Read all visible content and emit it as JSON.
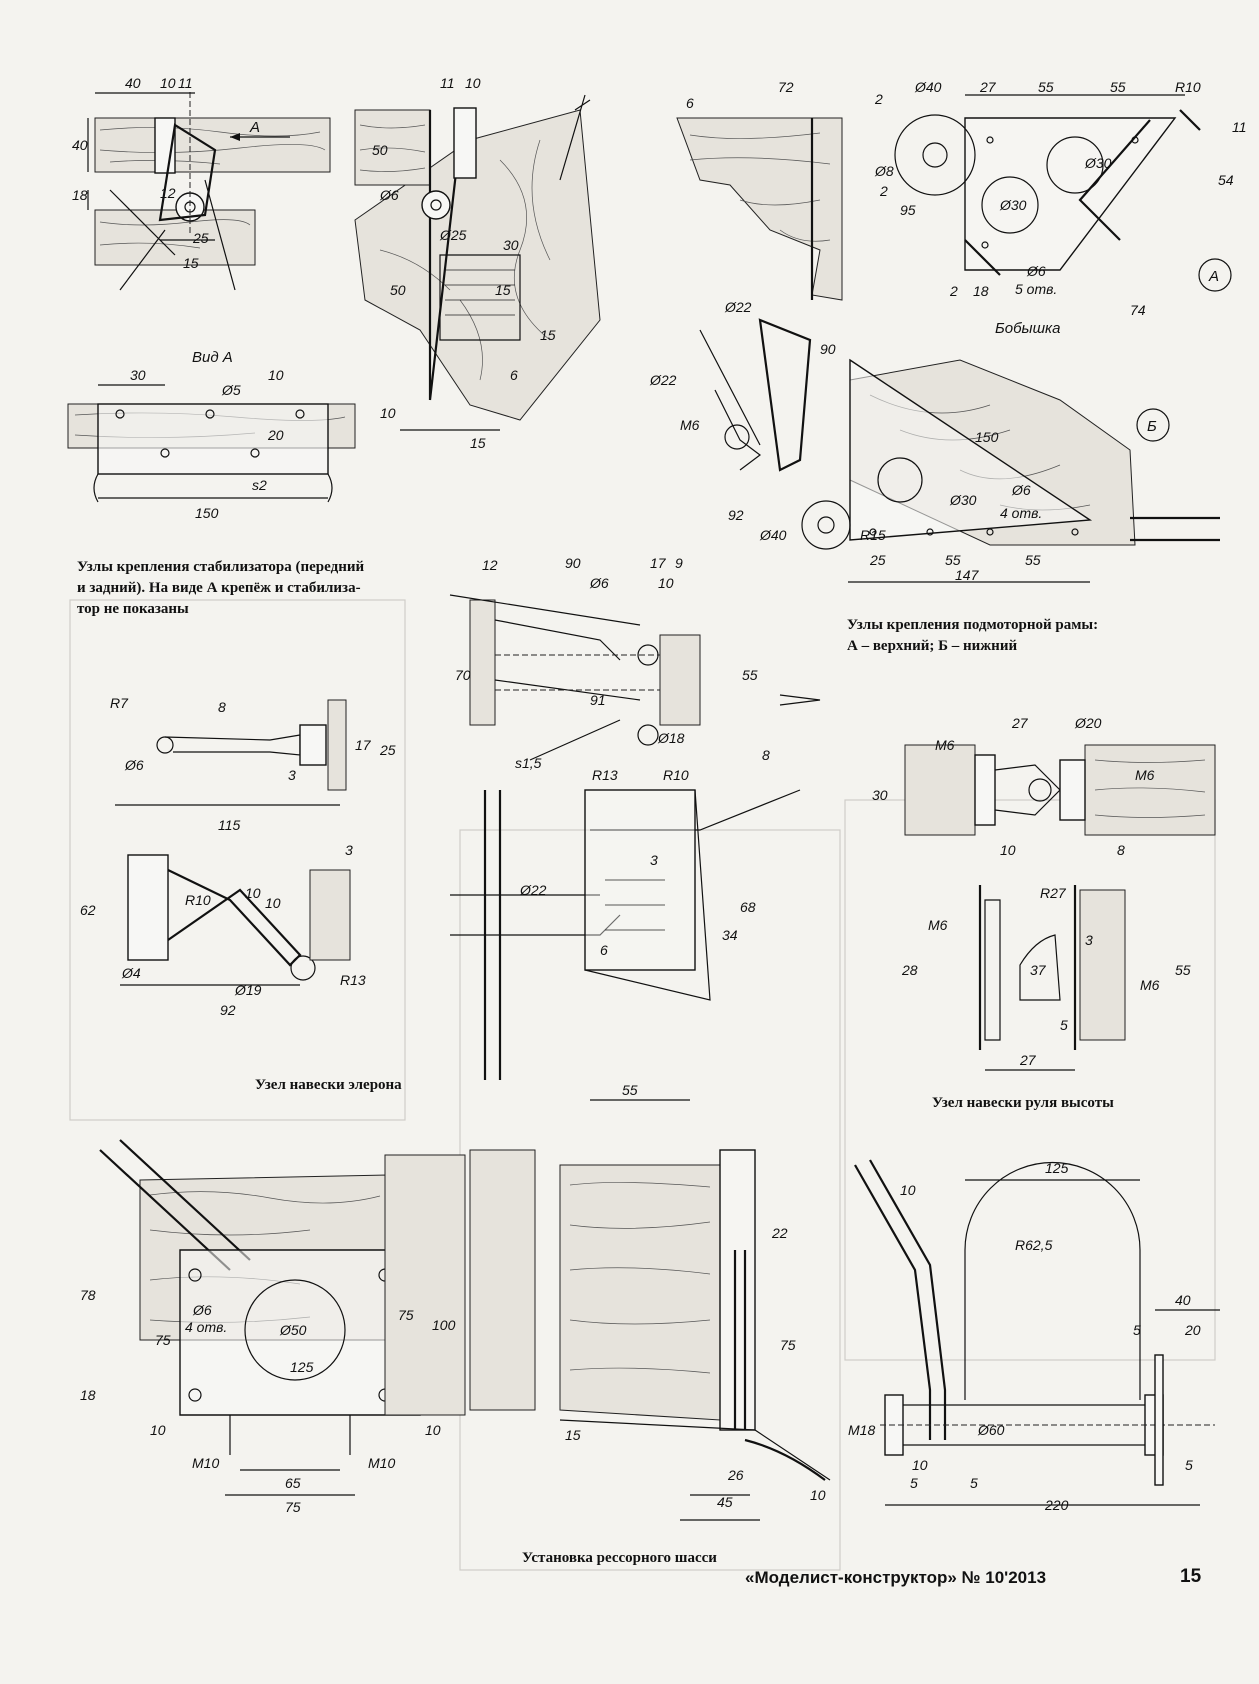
{
  "captions": {
    "stabilizer": [
      "Узлы крепления стабилизатора (передний",
      "и задний). На виде А крепёж и стабилиза-",
      "тор не показаны"
    ],
    "engine_mount": [
      "Узлы крепления подмоторной рамы:",
      "А – верхний; Б – нижний"
    ],
    "aileron": "Узел навески элерона",
    "elevator": "Узел навески руля высоты",
    "landing_gear": "Установка рессорного шасси"
  },
  "footer": {
    "magazine": "«Моделист-конструктор» № 10'2013",
    "page_number": "15"
  },
  "drawings": {
    "stabilizer_front": {
      "dims": [
        "40",
        "10",
        "11",
        "40",
        "18",
        "12",
        "25",
        "15"
      ],
      "arrow_label": "A"
    },
    "stabilizer_rear": {
      "dims": [
        "11",
        "10",
        "50",
        "Ø6",
        "Ø25",
        "30",
        "50",
        "15",
        "15",
        "6",
        "10",
        "15"
      ]
    },
    "view_a": {
      "title": "Вид А",
      "dims": [
        "30",
        "Ø5",
        "10",
        "20",
        "150",
        "s2"
      ]
    },
    "engine_mount_a": {
      "marker": "А",
      "dims": [
        "6",
        "72",
        "2",
        "Ø40",
        "27",
        "55",
        "55",
        "R10",
        "11",
        "54",
        "Ø8",
        "2",
        "95",
        "Ø30",
        "Ø30",
        "Ø6",
        "5 отв.",
        "2",
        "18",
        "74"
      ],
      "boss_label": "Бобышка"
    },
    "engine_mount_b": {
      "marker": "Б",
      "dims": [
        "Ø22",
        "90",
        "Ø22",
        "М6",
        "150",
        "Ø30",
        "Ø6",
        "4 отв.",
        "92",
        "Ø40",
        "R15",
        "25",
        "55",
        "55",
        "147"
      ]
    },
    "aileron_hinge": {
      "dims": [
        "R7",
        "8",
        "17",
        "25",
        "Ø6",
        "3",
        "115",
        "3",
        "62",
        "R10",
        "10",
        "10",
        "Ø4",
        "Ø19",
        "R13",
        "92"
      ]
    },
    "center_hinge": {
      "dims": [
        "12",
        "90",
        "17",
        "9",
        "Ø6",
        "10",
        "70",
        "55",
        "91",
        "Ø18",
        "s1,5",
        "8",
        "R13",
        "R10",
        "3",
        "Ø22",
        "68",
        "34",
        "6",
        "55"
      ]
    },
    "elevator_hinge": {
      "dims": [
        "27",
        "Ø20",
        "М6",
        "30",
        "М6",
        "10",
        "8",
        "R27",
        "М6",
        "28",
        "3",
        "37",
        "55",
        "М6",
        "5",
        "27"
      ]
    },
    "gear_front": {
      "dims": [
        "78",
        "Ø6",
        "4 отв.",
        "75",
        "Ø50",
        "125",
        "75",
        "100",
        "18",
        "10",
        "10",
        "М10",
        "М10",
        "65",
        "75"
      ]
    },
    "gear_side": {
      "dims": [
        "22",
        "75",
        "15",
        "26",
        "45",
        "10"
      ]
    },
    "gear_leg": {
      "dims": [
        "10",
        "125",
        "R62,5",
        "40",
        "20",
        "5",
        "М18",
        "Ø60",
        "10",
        "5",
        "5",
        "5",
        "220"
      ]
    }
  }
}
